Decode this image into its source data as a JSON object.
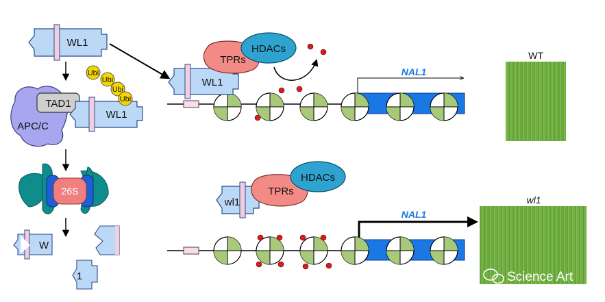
{
  "labels": {
    "wl1_top": "WL1",
    "wl1_tad": "WL1",
    "wl1_bound": "WL1",
    "wl1_mutant": "wl1",
    "wl1_fragment_left": "W",
    "wl1_fragment_bottom": "1",
    "tad1": "TAD1",
    "apcc": "APC/C",
    "ubi": "Ubi",
    "proteasome": "26S",
    "tprs": "TPRs",
    "hdacs": "HDACs",
    "gene_top": "NAL1",
    "gene_bottom": "NAL1",
    "leaf_wt": "WT",
    "leaf_mutant": "wl1",
    "watermark": "Science Art"
  },
  "colors": {
    "protein_fill": "#bcd8f7",
    "protein_stroke": "#2b4a8a",
    "stripe": "#f3cde0",
    "apcc": "#a9a6f0",
    "tad1": "#cfcfcf",
    "ubi": "#f4d700",
    "proteasome_teal": "#0f8c8c",
    "proteasome_blue": "#1f5fd6",
    "proteasome_core": "#f08080",
    "tprs": "#f28b86",
    "hdacs": "#2ea3cf",
    "nucleosome_green": "#a8c97a",
    "acetyl_dot": "#d11f1f",
    "gene_box": "#1a78e5",
    "leaf_green": "#6bab3c"
  },
  "icons": {
    "ubiquitin": "ubiquitin-icon",
    "nucleosome": "nucleosome-icon",
    "acetyl_mark": "acetyl-mark-icon",
    "watermark_logo": "wechat-logo-icon"
  }
}
